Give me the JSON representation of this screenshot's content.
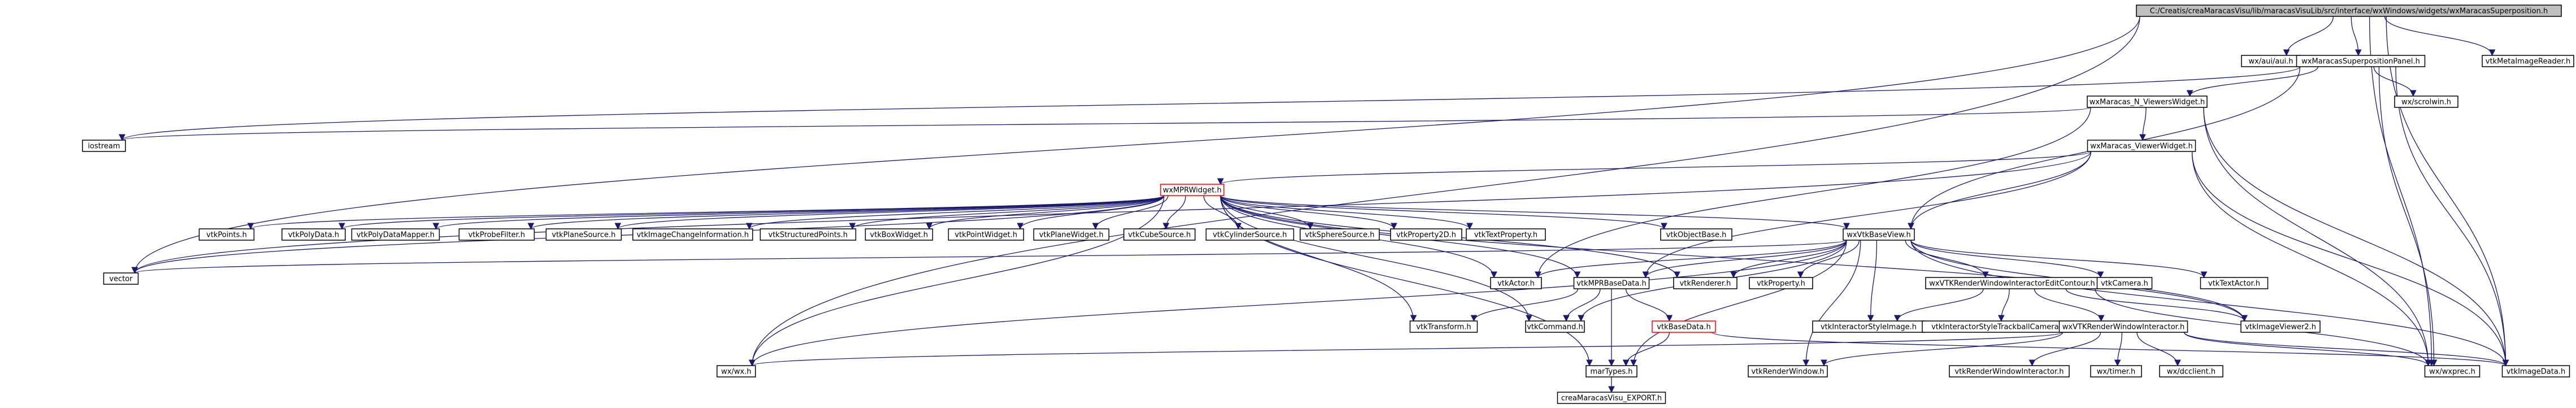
{
  "colors": {
    "edge": "#191970",
    "root_fill": "#bfbfbf",
    "node_fill": "#ffffff",
    "node_border": "#000000",
    "highlight_border": "#ff0000"
  },
  "nodes": [
    {
      "id": "root",
      "label": "C:/Creatis/creaMaracasVisu/lib/maracasVisuLib/src/interface/wxWindows/widgets/wxMaracasSuperposition.h",
      "style": "root"
    },
    {
      "id": "auiaui",
      "label": "wx/aui/aui.h"
    },
    {
      "id": "supPanel",
      "label": "wxMaracasSuperpositionPanel.h"
    },
    {
      "id": "metaReader",
      "label": "vtkMetaImageReader.h"
    },
    {
      "id": "scrolwin",
      "label": "wx/scrolwin.h"
    },
    {
      "id": "nViewers",
      "label": "wxMaracas_N_ViewersWidget.h"
    },
    {
      "id": "iostream",
      "label": "iostream"
    },
    {
      "id": "viewerW",
      "label": "wxMaracas_ViewerWidget.h"
    },
    {
      "id": "mpr",
      "label": "wxMPRWidget.h",
      "style": "highlight"
    },
    {
      "id": "points",
      "label": "vtkPoints.h"
    },
    {
      "id": "polydata",
      "label": "vtkPolyData.h"
    },
    {
      "id": "polymapper",
      "label": "vtkPolyDataMapper.h"
    },
    {
      "id": "probe",
      "label": "vtkProbeFilter.h"
    },
    {
      "id": "planeSrc",
      "label": "vtkPlaneSource.h"
    },
    {
      "id": "imgChange",
      "label": "vtkImageChangeInformation.h"
    },
    {
      "id": "structPts",
      "label": "vtkStructuredPoints.h"
    },
    {
      "id": "boxW",
      "label": "vtkBoxWidget.h"
    },
    {
      "id": "pointW",
      "label": "vtkPointWidget.h"
    },
    {
      "id": "planeW",
      "label": "vtkPlaneWidget.h"
    },
    {
      "id": "cubeSrc",
      "label": "vtkCubeSource.h"
    },
    {
      "id": "cylSrc",
      "label": "vtkCylinderSource.h"
    },
    {
      "id": "sphSrc",
      "label": "vtkSphereSource.h"
    },
    {
      "id": "prop2d",
      "label": "vtkProperty2D.h"
    },
    {
      "id": "textProp",
      "label": "vtkTextProperty.h"
    },
    {
      "id": "objBase",
      "label": "vtkObjectBase.h"
    },
    {
      "id": "baseView",
      "label": "wxVtkBaseView.h"
    },
    {
      "id": "vector",
      "label": "vector"
    },
    {
      "id": "actor",
      "label": "vtkActor.h"
    },
    {
      "id": "mprBase",
      "label": "vtkMPRBaseData.h"
    },
    {
      "id": "renderer",
      "label": "vtkRenderer.h"
    },
    {
      "id": "property",
      "label": "vtkProperty.h"
    },
    {
      "id": "rwEdit",
      "label": "wxVTKRenderWindowInteractorEditContour.h"
    },
    {
      "id": "camera",
      "label": "vtkCamera.h"
    },
    {
      "id": "textActor",
      "label": "vtkTextActor.h"
    },
    {
      "id": "transform",
      "label": "vtkTransform.h"
    },
    {
      "id": "command",
      "label": "vtkCommand.h"
    },
    {
      "id": "baseData",
      "label": "vtkBaseData.h",
      "style": "highlight"
    },
    {
      "id": "styleImg",
      "label": "vtkInteractorStyleImage.h"
    },
    {
      "id": "styleTrack",
      "label": "vtkInteractorStyleTrackballCamera.h"
    },
    {
      "id": "rwInter",
      "label": "wxVTKRenderWindowInteractor.h"
    },
    {
      "id": "imgViewer2",
      "label": "vtkImageViewer2.h"
    },
    {
      "id": "wxexprec",
      "label": "wx/wxprec.h"
    },
    {
      "id": "imageData",
      "label": "vtkImageData.h"
    },
    {
      "id": "wxwx",
      "label": "wx/wx.h"
    },
    {
      "id": "marTypes",
      "label": "marTypes.h"
    },
    {
      "id": "renderWin",
      "label": "vtkRenderWindow.h"
    },
    {
      "id": "rwiVtk",
      "label": "vtkRenderWindowInteractor.h"
    },
    {
      "id": "timer",
      "label": "wx/timer.h"
    },
    {
      "id": "dcclient",
      "label": "wx/dcclient.h"
    },
    {
      "id": "export",
      "label": "creaMaracasVisu_EXPORT.h"
    }
  ],
  "edges": [
    [
      "root",
      "auiaui"
    ],
    [
      "root",
      "supPanel"
    ],
    [
      "root",
      "metaReader"
    ],
    [
      "root",
      "wxexprec"
    ],
    [
      "root",
      "imageData"
    ],
    [
      "root",
      "vector"
    ],
    [
      "root",
      "wxwx"
    ],
    [
      "supPanel",
      "scrolwin"
    ],
    [
      "supPanel",
      "nViewers"
    ],
    [
      "supPanel",
      "baseView"
    ],
    [
      "supPanel",
      "wxexprec"
    ],
    [
      "supPanel",
      "imageData"
    ],
    [
      "supPanel",
      "iostream"
    ],
    [
      "nViewers",
      "viewerW"
    ],
    [
      "nViewers",
      "iostream"
    ],
    [
      "nViewers",
      "wxexprec"
    ],
    [
      "nViewers",
      "imageData"
    ],
    [
      "nViewers",
      "actor"
    ],
    [
      "viewerW",
      "mpr"
    ],
    [
      "viewerW",
      "baseView"
    ],
    [
      "viewerW",
      "vector"
    ],
    [
      "viewerW",
      "imageData"
    ],
    [
      "viewerW",
      "wxexprec"
    ],
    [
      "viewerW",
      "mprBase"
    ],
    [
      "mpr",
      "points"
    ],
    [
      "mpr",
      "polydata"
    ],
    [
      "mpr",
      "polymapper"
    ],
    [
      "mpr",
      "probe"
    ],
    [
      "mpr",
      "planeSrc"
    ],
    [
      "mpr",
      "imgChange"
    ],
    [
      "mpr",
      "structPts"
    ],
    [
      "mpr",
      "boxW"
    ],
    [
      "mpr",
      "pointW"
    ],
    [
      "mpr",
      "planeW"
    ],
    [
      "mpr",
      "cubeSrc"
    ],
    [
      "mpr",
      "cylSrc"
    ],
    [
      "mpr",
      "sphSrc"
    ],
    [
      "mpr",
      "prop2d"
    ],
    [
      "mpr",
      "textProp"
    ],
    [
      "mpr",
      "objBase"
    ],
    [
      "mpr",
      "baseView"
    ],
    [
      "mpr",
      "vector"
    ],
    [
      "mpr",
      "actor"
    ],
    [
      "mpr",
      "mprBase"
    ],
    [
      "mpr",
      "renderer"
    ],
    [
      "mpr",
      "transform"
    ],
    [
      "mpr",
      "wxwx"
    ],
    [
      "mpr",
      "marTypes"
    ],
    [
      "mpr",
      "imgViewer2"
    ],
    [
      "mpr",
      "command"
    ],
    [
      "baseView",
      "actor"
    ],
    [
      "baseView",
      "mprBase"
    ],
    [
      "baseView",
      "renderer"
    ],
    [
      "baseView",
      "property"
    ],
    [
      "baseView",
      "rwEdit"
    ],
    [
      "baseView",
      "camera"
    ],
    [
      "baseView",
      "textActor"
    ],
    [
      "baseView",
      "imgViewer2"
    ],
    [
      "baseView",
      "wxwx"
    ],
    [
      "baseView",
      "marTypes"
    ],
    [
      "baseView",
      "command"
    ],
    [
      "baseView",
      "renderWin"
    ],
    [
      "baseView",
      "imageData"
    ],
    [
      "baseView",
      "vector"
    ],
    [
      "baseView",
      "styleImg"
    ],
    [
      "mprBase",
      "transform"
    ],
    [
      "mprBase",
      "baseData"
    ],
    [
      "mprBase",
      "marTypes"
    ],
    [
      "mprBase",
      "command"
    ],
    [
      "baseData",
      "marTypes"
    ],
    [
      "baseData",
      "imageData"
    ],
    [
      "rwEdit",
      "styleImg"
    ],
    [
      "rwEdit",
      "styleTrack"
    ],
    [
      "rwEdit",
      "rwInter"
    ],
    [
      "rwEdit",
      "imgViewer2"
    ],
    [
      "rwEdit",
      "wxexprec"
    ],
    [
      "rwInter",
      "renderWin"
    ],
    [
      "rwInter",
      "rwiVtk"
    ],
    [
      "rwInter",
      "timer"
    ],
    [
      "rwInter",
      "dcclient"
    ],
    [
      "rwInter",
      "wxwx"
    ],
    [
      "rwInter",
      "wxexprec"
    ],
    [
      "rwInter",
      "imageData"
    ],
    [
      "marTypes",
      "export"
    ]
  ]
}
